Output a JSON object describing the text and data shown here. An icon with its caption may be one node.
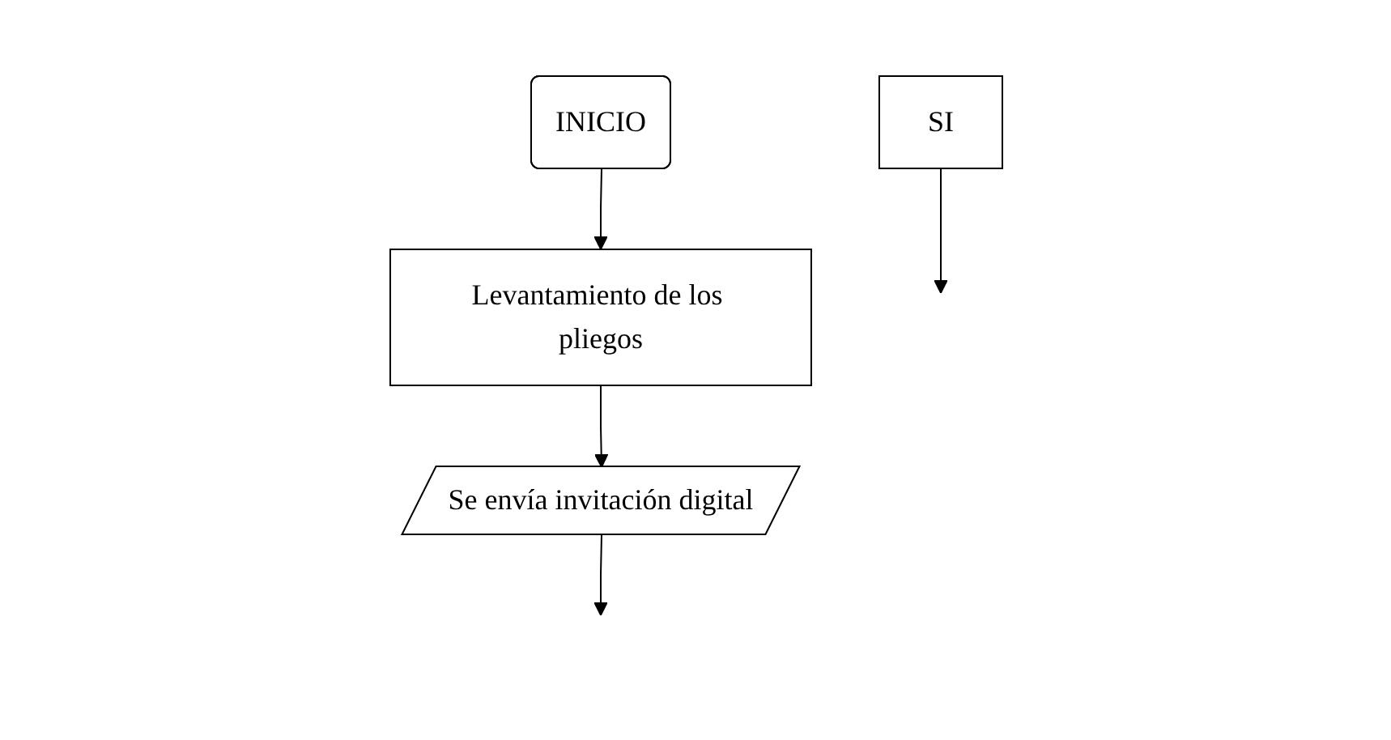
{
  "diagram": {
    "nodes": [
      {
        "text": [
          "INICIO"
        ]
      },
      {
        "text": [
          "Levantamiento de los pliegos"
        ]
      },
      {
        "text": [
          "Se envía invitación digital"
        ]
      },
      {
        "text": [
          "SI"
        ]
      }
    ],
    "edges": [
      {
        "from": 0,
        "to": 1,
        "arrow": "to"
      },
      {
        "from": 1,
        "to": 2,
        "arrow": "to"
      },
      {
        "from": 2,
        "to": null,
        "arrow": "to"
      },
      {
        "from": 3,
        "to": null,
        "arrow": "to"
      }
    ]
  }
}
